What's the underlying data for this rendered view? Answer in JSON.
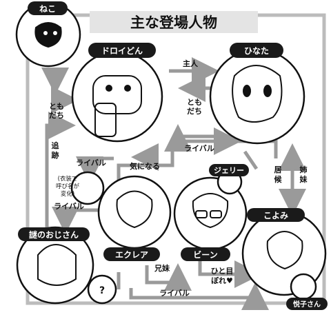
{
  "title": "主な登場人物",
  "characters": {
    "neko": "ねこ",
    "droid": "ドロイどん",
    "hinata": "ひなた",
    "jerry": "ジェリー",
    "eclair": "エクレア",
    "bean": "ビーン",
    "koyomi": "こよみ",
    "nazo": "謎のおじさん",
    "question": "?",
    "etsuko": "悦子さん"
  },
  "relations": {
    "master": "主人",
    "tomodachi_a": [
      "とも",
      "だち"
    ],
    "tomodachi_b": [
      "とも",
      "だち"
    ],
    "rival_top": "ライバル",
    "kininaru": "気になる",
    "rival_left": "ライバル",
    "costume_note": [
      "(衣装で",
      "呼び名が",
      "変化)"
    ],
    "rival_left2": "ライバル",
    "tsuiseki": [
      "追",
      "跡"
    ],
    "isourou": [
      "居",
      "候"
    ],
    "shimai": [
      "姉",
      "妹"
    ],
    "kyoudai": "兄妹",
    "hitomebore": [
      "ひと目",
      "ぼれ♥"
    ],
    "rival_bottom": "ライバル"
  },
  "colors": {
    "ink": "#111111",
    "frame": "#bcbcbc",
    "arrow": "#9a9a9a",
    "pill": "#1a1a1a"
  }
}
